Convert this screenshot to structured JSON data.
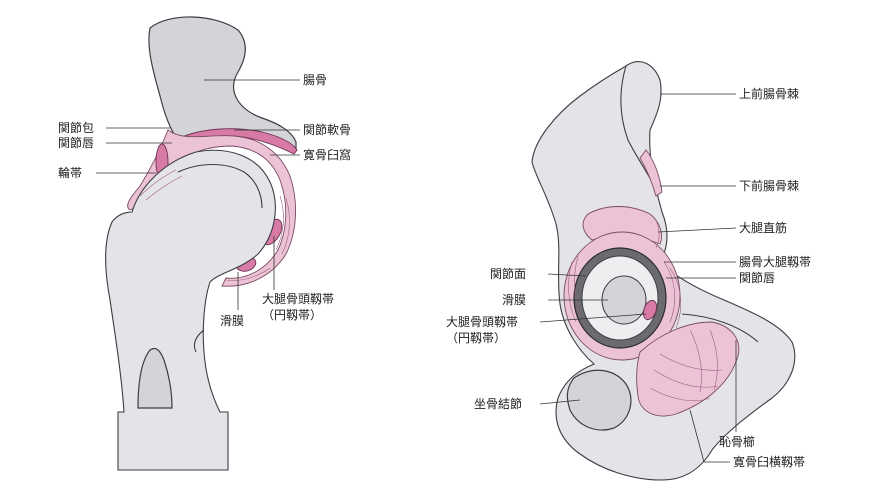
{
  "left_figure": {
    "labels": {
      "ilium": "腸骨",
      "joint_capsule": "関節包",
      "labrum": "関節唇",
      "articular_cartilage": "関節軟骨",
      "acetabulum": "寛骨臼窩",
      "zona_orbicularis": "輪帯",
      "ligament_head": "大腿骨頭靱帯",
      "ligament_head_alt": "（円靱帯）",
      "synovium": "滑膜"
    }
  },
  "right_figure": {
    "labels": {
      "asis": "上前腸骨棘",
      "aiis": "下前腸骨棘",
      "rectus_femoris": "大腿直筋",
      "iliofemoral_ligament": "腸骨大腿靱帯",
      "labrum": "関節唇",
      "articular_surface": "関節面",
      "synovium": "滑膜",
      "ligament_head": "大腿骨頭靱帯",
      "ligament_head_alt": "（円靱帯）",
      "ischial_tuberosity": "坐骨結節",
      "pecten_pubis": "恥骨櫛",
      "transverse_ligament": "寛骨臼横靱帯"
    }
  },
  "colors": {
    "bone": "#d3d3d8",
    "soft_tissue": "#ecc3d6",
    "ligament": "#d77aa6",
    "cartilage_ring": "#6b6b6e",
    "outline": "#3c3c44"
  }
}
